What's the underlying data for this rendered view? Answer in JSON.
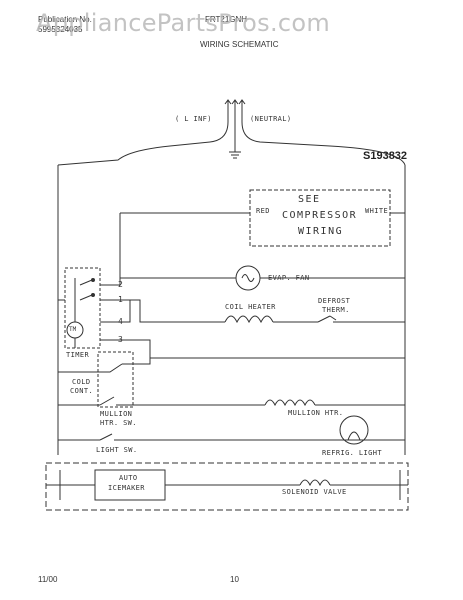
{
  "header": {
    "publication_label": "Publication No.",
    "publication_number": "5995324035",
    "model": "FRT21GNH",
    "title": "WIRING SCHEMATIC"
  },
  "watermark": "AppliancePartsPros.com",
  "diagram_code": "S193832",
  "power": {
    "line": "( L INF)",
    "neutral": "(NEUTRAL)"
  },
  "compressor_box": {
    "line1": "SEE",
    "line2": "COMPRESSOR",
    "line3": "WIRING",
    "left_wire": "RED",
    "right_wire": "WHITE"
  },
  "components": {
    "evap_fan": "EVAP. FAN",
    "coil_heater": "COIL HEATER",
    "defrost_therm_1": "DEFROST",
    "defrost_therm_2": "THERM.",
    "timer": "TIMER",
    "timer_motor": "TM",
    "cold_control_1": "COLD",
    "cold_control_2": "CONT.",
    "mullion_sw_1": "MULLION",
    "mullion_sw_2": "HTR. SW.",
    "mullion_htr": "MULLION HTR.",
    "light_sw": "LIGHT SW.",
    "refrig_light": "REFRIG. LIGHT",
    "auto_icemaker_1": "AUTO",
    "auto_icemaker_2": "ICEMAKER",
    "solenoid_valve": "SOLENOID VALVE"
  },
  "timer_terminals": [
    "2",
    "1",
    "4",
    "3"
  ],
  "footer": {
    "date": "11/00",
    "page": "10"
  }
}
